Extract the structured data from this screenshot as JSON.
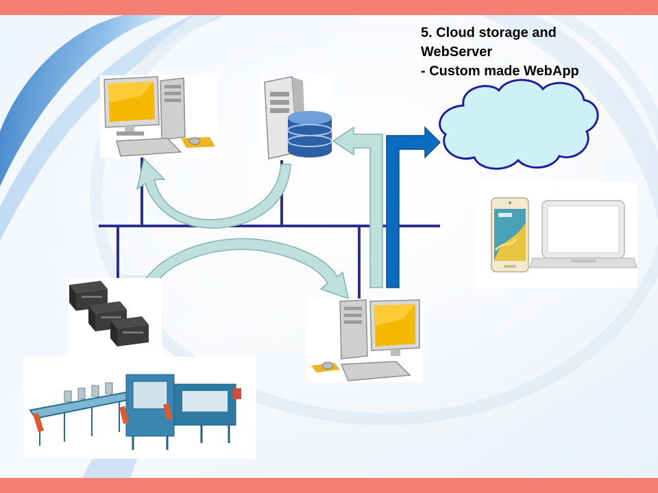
{
  "slide": {
    "title_lines": [
      "5. Cloud storage and",
      "WebServer",
      "- Custom made WebApp"
    ]
  },
  "colors": {
    "accent_bar": "#f47f72",
    "network_line": "#2e2e8f",
    "cloud_fill": "#cdf1f7",
    "cloud_stroke": "#1f1d9c",
    "pale_arrow_fill": "#bedfdc",
    "pale_arrow_stroke": "#7fb3b0",
    "data_arrow": "#0a6cc0",
    "monitor_screen": "#f5b800"
  },
  "icons": {
    "workstation_top": "desktop-computer-icon",
    "database_server": "database-server-icon",
    "cloud": "cloud-icon",
    "mobile_devices": "smartphone-laptop-icon",
    "plcs": "plc-controller-icon",
    "workstation_bottom": "desktop-computer-icon",
    "production_line": "packaging-machine-icon"
  }
}
